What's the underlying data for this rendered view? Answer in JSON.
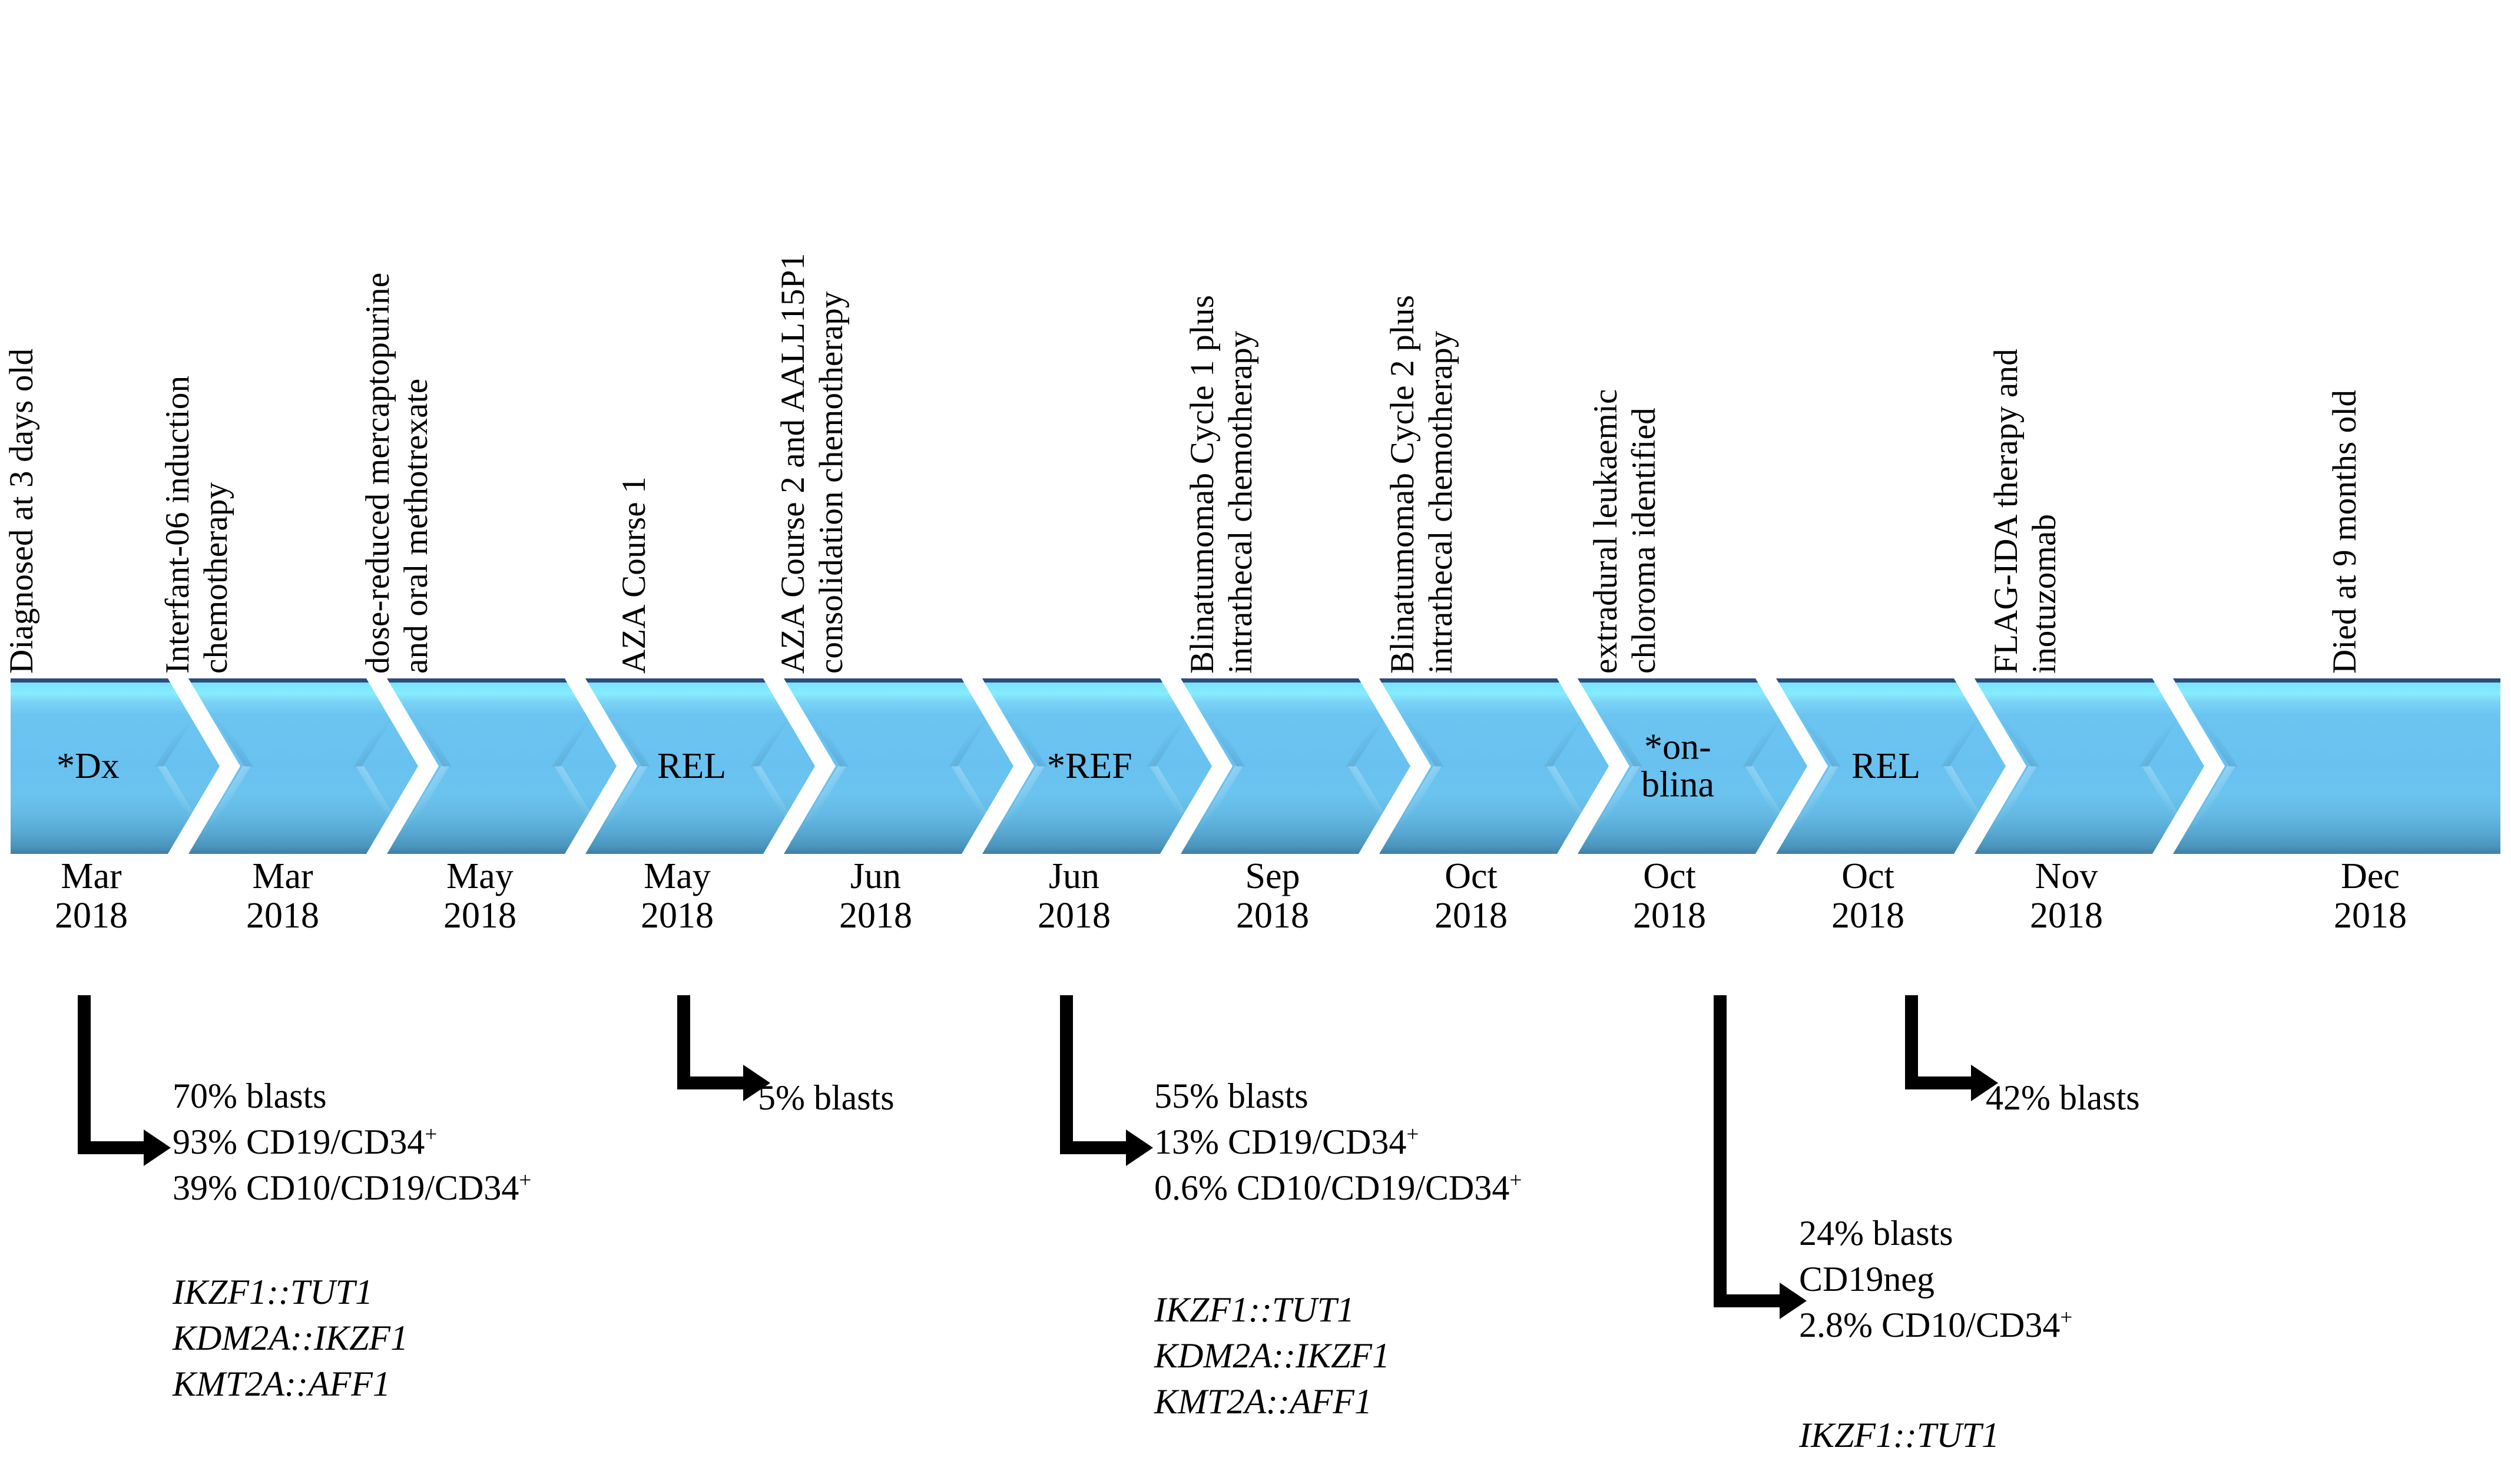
{
  "colors": {
    "chevron_body": "#68c1ef",
    "chevron_highlight": "#86ecff",
    "chevron_top_edge": "#2d4d7e",
    "chevron_bottom": "#3f7fa6",
    "text": "#000000",
    "background": "#ffffff"
  },
  "timeline": {
    "steps": [
      {
        "top_label": [
          "Diagnosed at 3 days old"
        ],
        "chevron_label": [
          "*Dx"
        ],
        "date": [
          "Mar",
          "2018"
        ]
      },
      {
        "top_label": [
          "Interfant-06 induction",
          "chemotherapy"
        ],
        "chevron_label": [],
        "date": [
          "Mar",
          "2018"
        ]
      },
      {
        "top_label": [
          "dose-reduced mercaptopurine",
          "and oral methotrexate"
        ],
        "chevron_label": [],
        "date": [
          "May",
          "2018"
        ]
      },
      {
        "top_label": [
          "AZA Course 1"
        ],
        "chevron_label": [
          "REL"
        ],
        "date": [
          "May",
          "2018"
        ]
      },
      {
        "top_label": [
          "AZA Course 2 and AALL15P1",
          "consolidation chemotherapy"
        ],
        "chevron_label": [],
        "date": [
          "Jun",
          "2018"
        ]
      },
      {
        "top_label": [],
        "chevron_label": [
          "*REF"
        ],
        "date": [
          "Jun",
          "2018"
        ]
      },
      {
        "top_label": [
          "Blinatumomab Cycle 1 plus",
          "intrathecal chemotherapy"
        ],
        "chevron_label": [],
        "date": [
          "Sep",
          "2018"
        ]
      },
      {
        "top_label": [
          "Blinatumomab Cycle 2 plus",
          "intrathecal chemotherapy"
        ],
        "chevron_label": [],
        "date": [
          "Oct",
          "2018"
        ]
      },
      {
        "top_label": [
          "extradural leukaemic",
          "chloroma identified"
        ],
        "chevron_label": [
          "*on-",
          "blina"
        ],
        "date": [
          "Oct",
          "2018"
        ]
      },
      {
        "top_label": [],
        "chevron_label": [
          "REL"
        ],
        "date": [
          "Oct",
          "2018"
        ]
      },
      {
        "top_label": [
          "FLAG-IDA therapy and",
          "inotuzomab"
        ],
        "chevron_label": [],
        "date": [
          "Nov",
          "2018"
        ]
      },
      {
        "top_label": [
          "Died at 9 months old"
        ],
        "chevron_label": [],
        "date": [
          "Dec",
          "2018"
        ]
      }
    ]
  },
  "annotations": {
    "dx_march": {
      "blasts": "70% blasts",
      "marker1_pct": "93%",
      "marker1_name": " CD19/CD34",
      "marker1_sup": "+",
      "marker2_pct": "39%",
      "marker2_name": " CD10/CD19/CD34",
      "marker2_sup": "+",
      "genes": [
        "IKZF1::TUT1",
        "KDM2A::IKZF1",
        "KMT2A::AFF1"
      ]
    },
    "rel_may": {
      "blasts": "5% blasts"
    },
    "ref_june": {
      "blasts": "55% blasts",
      "marker1_pct": "13%",
      "marker1_name": " CD19/CD34",
      "marker1_sup": "+",
      "marker2_pct": "0.6%",
      "marker2_name": " CD10/CD19/CD34",
      "marker2_sup": "+",
      "genes": [
        "IKZF1::TUT1",
        "KDM2A::IKZF1",
        "KMT2A::AFF1"
      ]
    },
    "chloroma_oct": {
      "blasts": "24% blasts",
      "marker1": "CD19neg",
      "marker2_pct": "2.8%",
      "marker2_name": " CD10/CD34",
      "marker2_sup": "+",
      "genes": [
        "IKZF1::TUT1"
      ]
    },
    "rel_oct": {
      "blasts": "42% blasts"
    }
  }
}
